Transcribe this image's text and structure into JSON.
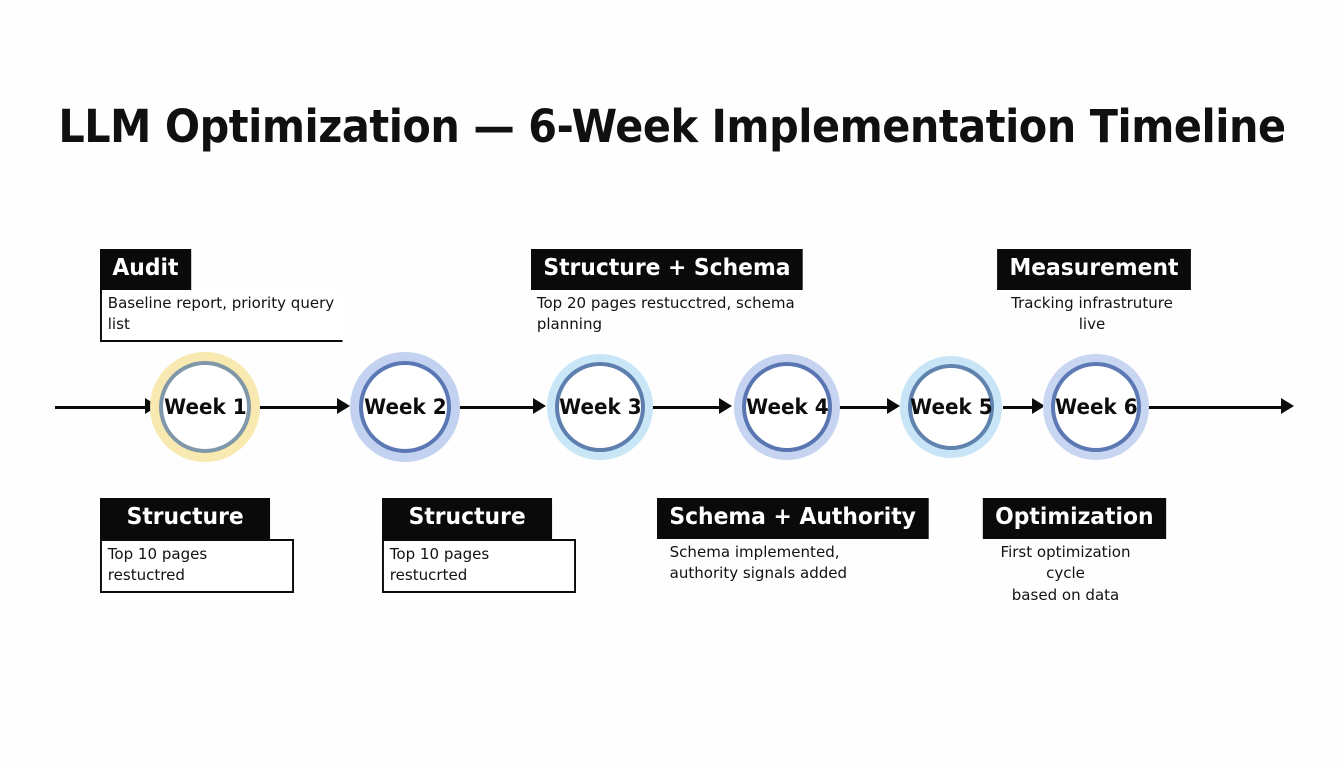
{
  "page": {
    "title": "LLM Optimization — 6-Week Implementation Timeline",
    "background_color": "#fefefe",
    "ink_color": "#0b0b0b",
    "chip_bg_color": "#0a0a0a",
    "chip_text_color": "#ffffff"
  },
  "timeline": {
    "nodes": [
      {
        "label": "Week 1",
        "glow_color": "#f7e9b0",
        "ring_color": "#7f97a8"
      },
      {
        "label": "Week 2",
        "glow_color": "#c3d2f0",
        "ring_color": "#5b78b5"
      },
      {
        "label": "Week 3",
        "glow_color": "#c9e6f7",
        "ring_color": "#5e7fad"
      },
      {
        "label": "Week 4",
        "glow_color": "#c6d4f1",
        "ring_color": "#5a76b2"
      },
      {
        "label": "Week 5",
        "glow_color": "#c8e4f7",
        "ring_color": "#5f82ae"
      },
      {
        "label": "Week 6",
        "glow_color": "#c8d6f2",
        "ring_color": "#5c79b4"
      }
    ]
  },
  "callouts_above": [
    {
      "chip": "Audit",
      "desc": "Baseline report, priority query list",
      "desc_style": "boxed-corner",
      "node": "Week 1"
    },
    {
      "chip": "Structure + Schema",
      "desc": "Top 20 pages restucctred, schema planning",
      "desc_style": "plain",
      "node": "Week 3"
    },
    {
      "chip": "Measurement",
      "desc": "Tracking infrastruture live",
      "desc_style": "plain",
      "node": "Week 6"
    }
  ],
  "callouts_below": [
    {
      "chip": "Structure",
      "desc": "Top 10 pages restuctred",
      "desc_style": "boxed-full",
      "node": "Week 1"
    },
    {
      "chip": "Structure",
      "desc": "Top 10 pages restucrted",
      "desc_style": "boxed-full",
      "node": "Week 2"
    },
    {
      "chip": "Schema + Authority",
      "desc": "Schema implemented,\nauthority signals added",
      "desc_style": "plain",
      "node": "Week 4"
    },
    {
      "chip": "Optimization",
      "desc": "First optimization cycle\nbased on data",
      "desc_style": "plain",
      "node": "Week 5"
    }
  ]
}
